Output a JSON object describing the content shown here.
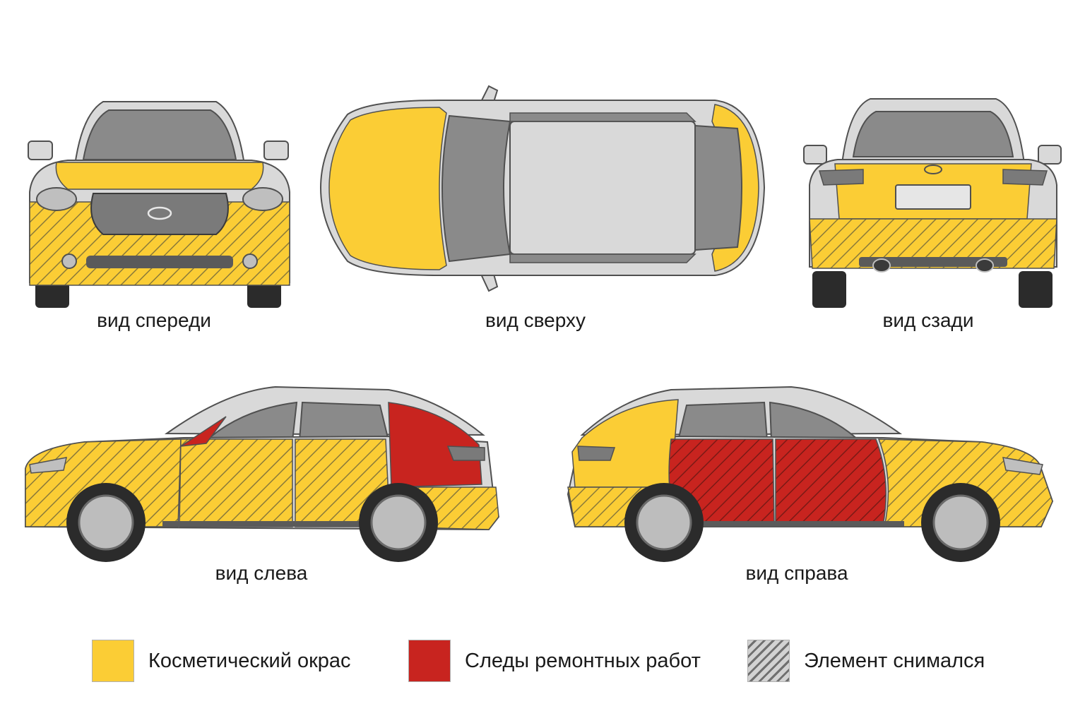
{
  "colors": {
    "cosmetic": "#fbcd35",
    "repair": "#c8241f",
    "removed_hatch": "#6f6f6f",
    "body": "#d9d9d9",
    "glass": "#8a8a8a",
    "tire": "#2b2b2b",
    "outline": "#505050"
  },
  "views": {
    "front": {
      "label": "вид спереди"
    },
    "top": {
      "label": "вид сверху"
    },
    "rear": {
      "label": "вид сзади"
    },
    "left": {
      "label": "вид слева"
    },
    "right": {
      "label": "вид справа"
    }
  },
  "legend": [
    {
      "key": "cosmetic",
      "label": "Косметический окрас"
    },
    {
      "key": "repair",
      "label": "Следы ремонтных работ"
    },
    {
      "key": "removed",
      "label": "Элемент снимался"
    }
  ]
}
